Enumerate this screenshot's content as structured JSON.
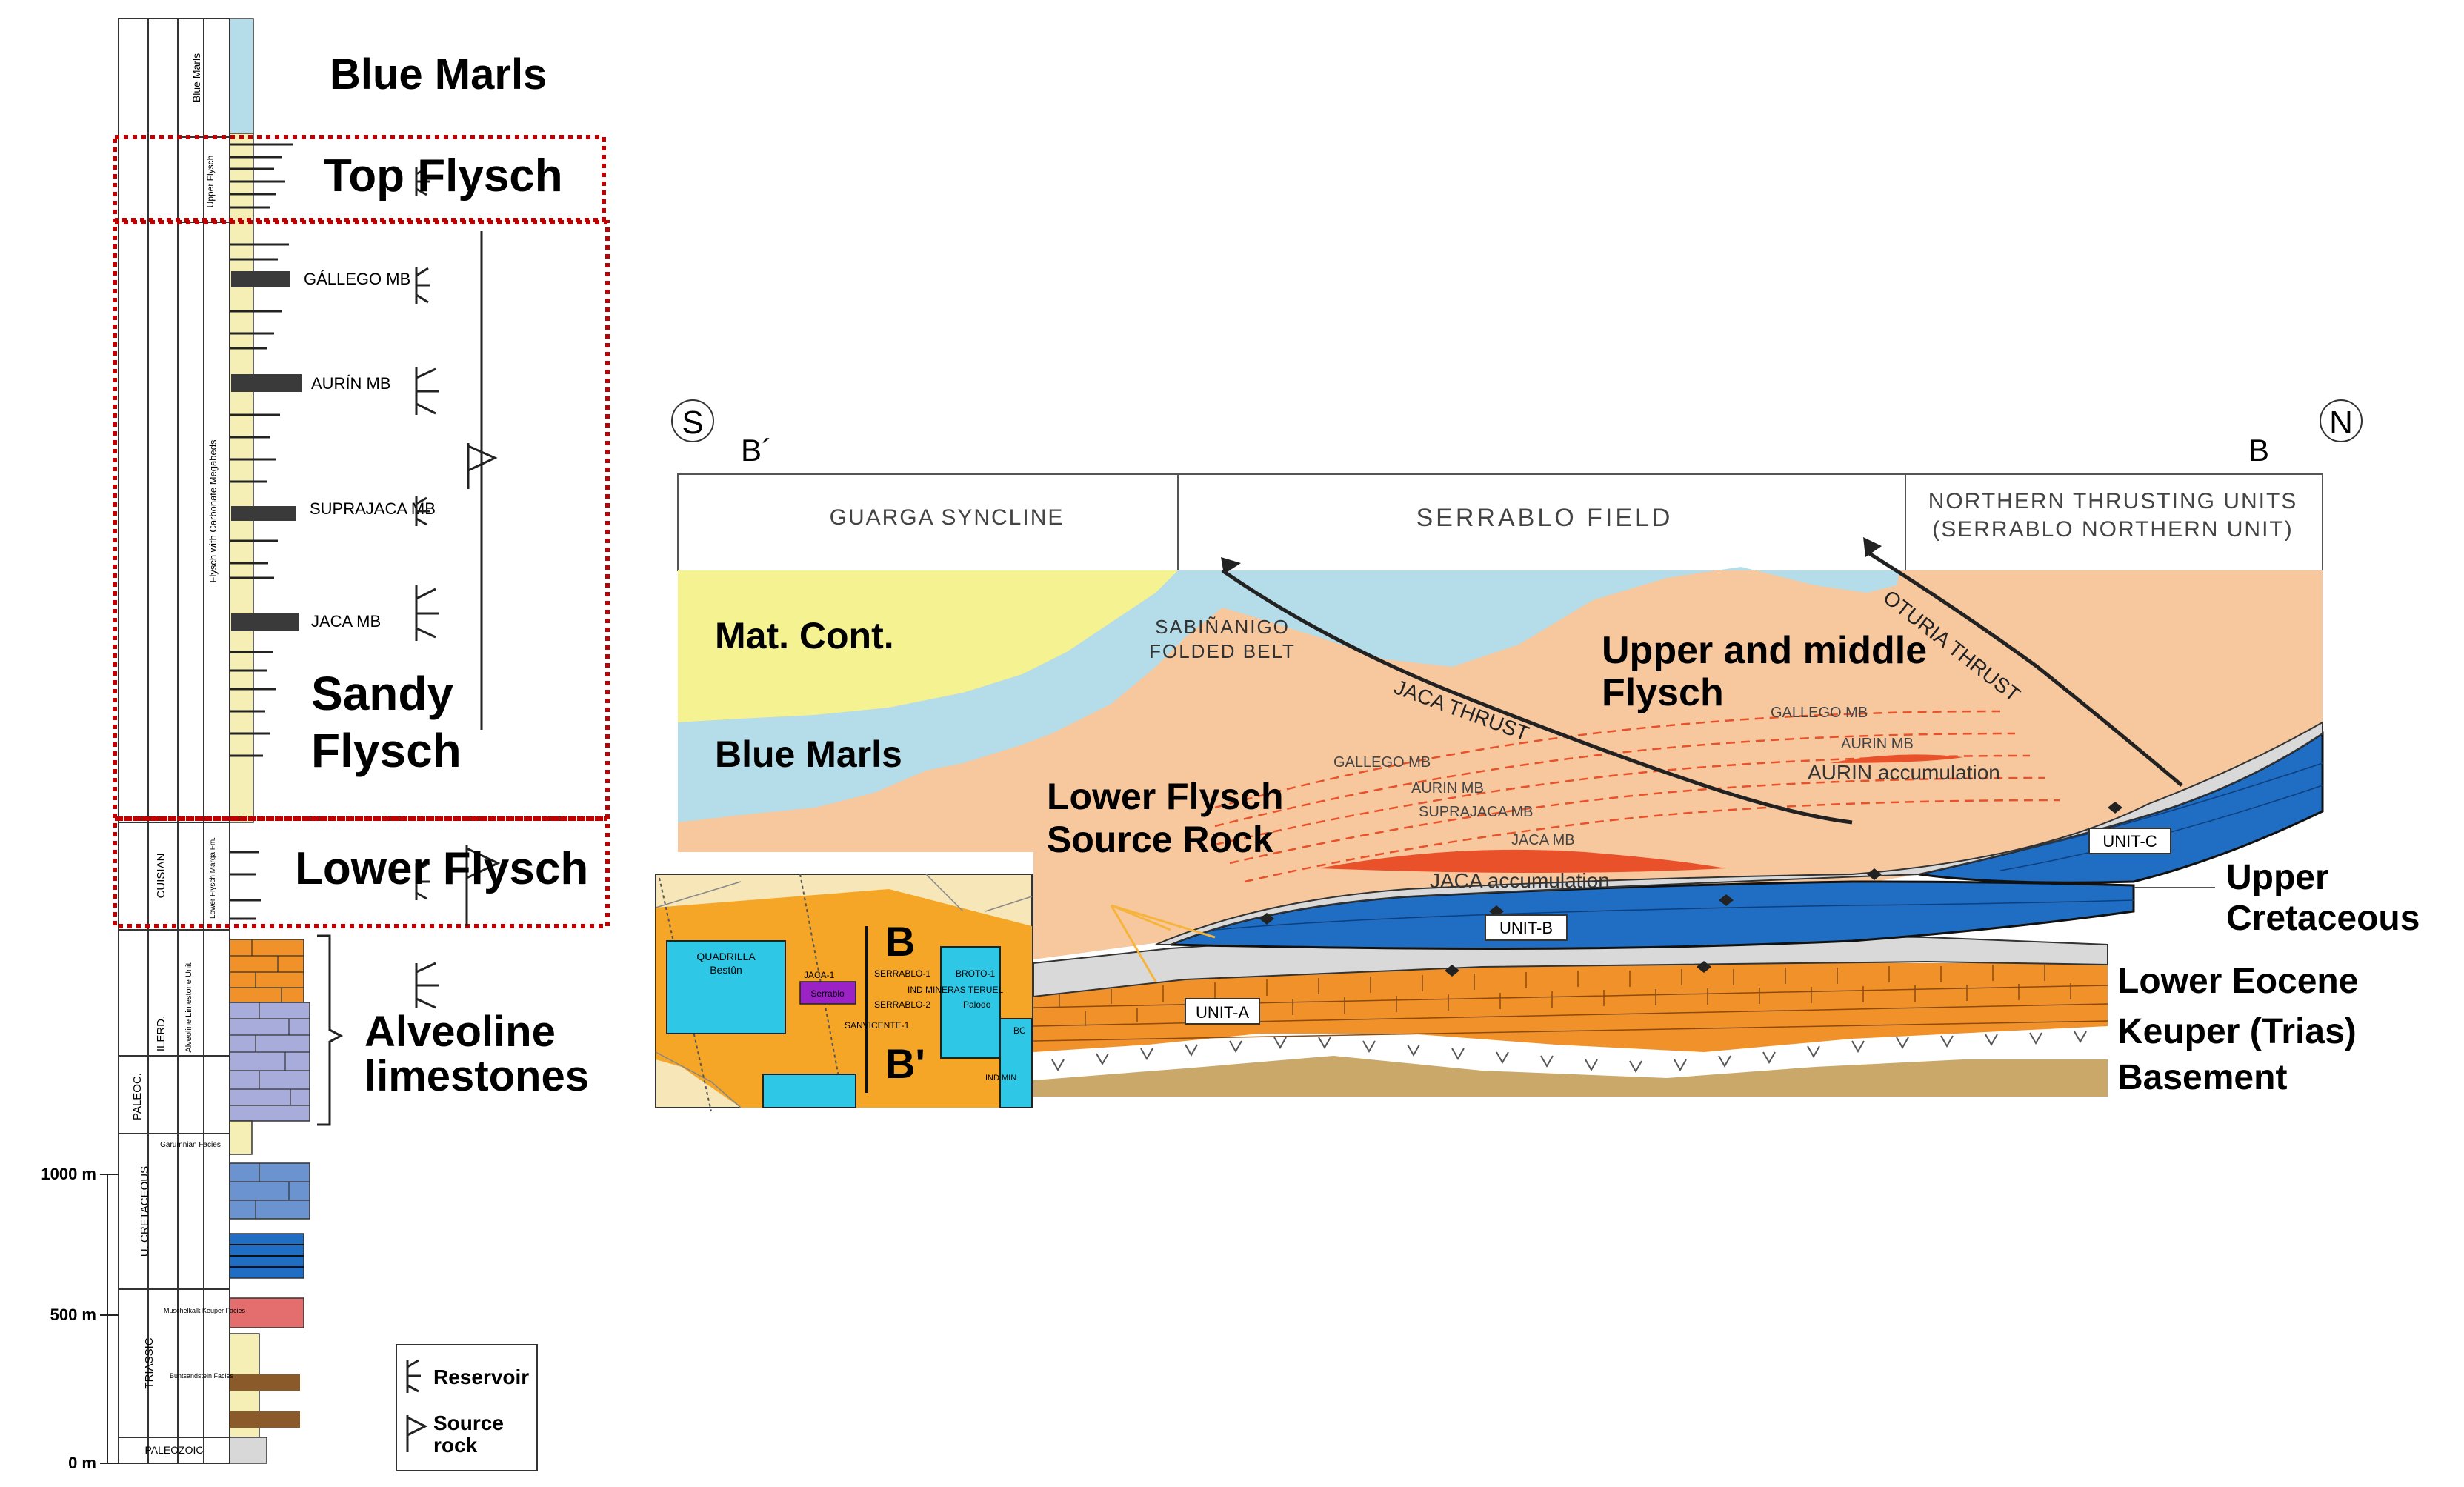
{
  "column": {
    "scale": {
      "labels": [
        "1000 m",
        "500 m",
        "0 m"
      ]
    },
    "formations": {
      "blue_marls": "Blue Marls",
      "upper_flysch": "Upper Flysch",
      "flysch_megabeds": "Flysch with Carbonate Megabeds",
      "lower_flysch": "Lower Flysch Marga Fm.",
      "alveoline_unit": "Alveoline Limestone Unit",
      "garumnian": "Garumnian Facies",
      "muschelkalk": "Muschelkalk Keuper Facies",
      "buntsandstein": "Buntsandstein Facies"
    },
    "epochs": {
      "cuisian": "CUISIAN",
      "ilerd": "ILERD.",
      "paleoc": "PALEOC.",
      "u_cret": "U. CRETACEOUS",
      "triassic": "TRIASSIC",
      "paleozoic": "PALEOZOIC"
    },
    "mb_labels": {
      "gallego": "GÁLLEGO MB",
      "aurin": "AURÍN MB",
      "suprajaca": "SUPRAJACA MB",
      "jaca": "JACA MB"
    },
    "big_labels": {
      "blue_marls": "Blue Marls",
      "top_flysch": "Top Flysch",
      "sandy_1": "Sandy",
      "sandy_2": "Flysch",
      "lower_flysch": "Lower Flysch",
      "alveoline_1": "Alveoline",
      "alveoline_2": "limestones"
    },
    "legend": {
      "reservoir": "Reservoir",
      "source_1": "Source",
      "source_2": "rock"
    }
  },
  "section": {
    "south": "S",
    "north": "N",
    "b_prime": "B´",
    "b": "B",
    "header": {
      "guarga": "GUARGA SYNCLINE",
      "serrablo": "SERRABLO FIELD",
      "northern_1": "NORTHERN THRUSTING UNITS",
      "northern_2": "(SERRABLO NORTHERN UNIT)"
    },
    "labels": {
      "mat_cont": "Mat. Cont.",
      "blue_marls": "Blue Marls",
      "sabinanigo_1": "SABIÑANIGO",
      "sabinanigo_2": "FOLDED BELT",
      "jaca_thrust": "JACA THRUST",
      "oturia_thrust": "OTURIA THRUST",
      "upper_middle_1": "Upper and middle",
      "upper_middle_2": "Flysch",
      "lower_flysch_1": "Lower Flysch",
      "lower_flysch_2": "Source Rock",
      "gallego_mb": "GALLEGO MB",
      "aurin_mb": "AURIN MB",
      "suprajaca_mb": "SUPRAJACA MB",
      "jaca_mb": "JACA MB",
      "gallego_mb_2": "GALLEGO MB",
      "aurin_mb_2": "AURIN MB",
      "aurin_acc": "AURIN accumulation",
      "jaca_acc": "JACA accumulation",
      "unit_a": "UNIT-A",
      "unit_b": "UNIT-B",
      "unit_c": "UNIT-C"
    },
    "right_labels": {
      "upper_cret_1": "Upper",
      "upper_cret_2": "Cretaceous",
      "lower_eocene": "Lower Eocene",
      "keuper": "Keuper (Trias)",
      "basement": "Basement"
    }
  },
  "inset_map": {
    "b": "B",
    "b_prime": "B'",
    "quadrilla_1": "QUADRILLA",
    "quadrilla_2": "Bestûn",
    "jaca_1": "JACA-1",
    "serrablo_1": "SERRABLO-1",
    "broto_1": "BROTO-1",
    "ind_mineras": "IND MINERAS TERUEL",
    "serrablo_2": "SERRABLO-2",
    "palodo": "Palodo",
    "san_vicente": "SANVICENTE-1",
    "serrablo_inset": "Serrablo",
    "bc": "BC",
    "ind_min": "IND MIN"
  },
  "colors": {
    "blue_marls": "#b4dde9",
    "flysch": "#f7c79e",
    "mat_cont": "#f4f291",
    "accumulation": "#e8512a",
    "upper_cretaceous": "#1f6ec4",
    "lower_eocene": "#f0912a",
    "basement": "#c9a86a",
    "reservoir_box": "#c00000",
    "inset_orange": "#f6a626",
    "inset_cyan": "#2ec8e6",
    "inset_purple": "#9b22c4"
  }
}
